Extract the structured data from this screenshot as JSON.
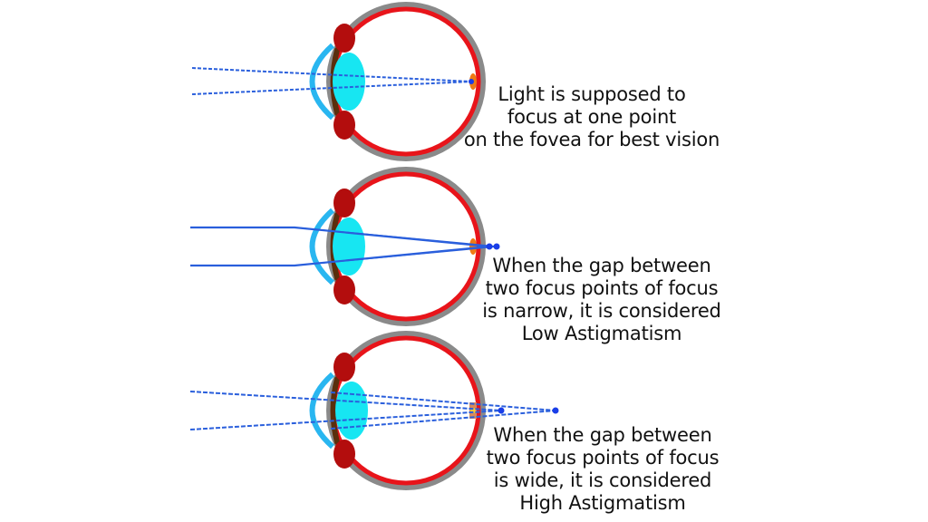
{
  "title": "Astigmatism focus point comparison",
  "colors": {
    "sclera_outer": "#8a8a8a",
    "retina": "#e8141a",
    "cornea": "#29b6f0",
    "lens": "#17e6f2",
    "iris": "#5a2e0c",
    "ciliary_body": "#b30d0d",
    "fovea": "#f07a14",
    "light_ray": "#2a5fdc",
    "focus_point": "#1a3ee8"
  },
  "panels": [
    {
      "name": "normal-vision",
      "ray_style": "dashed",
      "focus_points": 1,
      "caption": [
        "Light is supposed to",
        "focus at one point",
        "on the fovea for best vision"
      ]
    },
    {
      "name": "low-astigmatism",
      "ray_style": "solid",
      "focus_points": 2,
      "gap": "narrow",
      "caption": [
        "When the gap between",
        "two focus points of focus",
        "is narrow, it is considered",
        "Low Astigmatism"
      ]
    },
    {
      "name": "high-astigmatism",
      "ray_style": "dashed",
      "focus_points": 2,
      "gap": "wide",
      "caption": [
        "When the gap between",
        "two focus points of focus",
        "is wide, it is considered",
        "High Astigmatism"
      ]
    }
  ]
}
